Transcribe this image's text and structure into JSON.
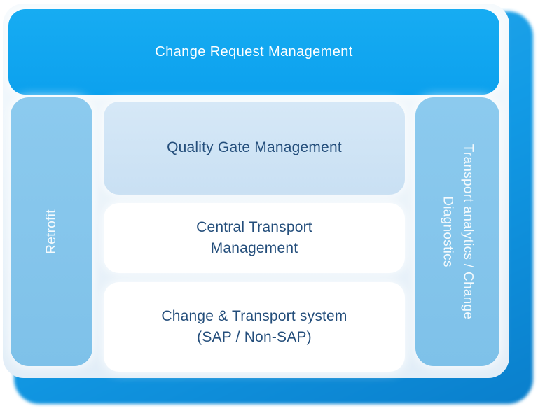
{
  "diagram": {
    "header": {
      "label": "Change Request Management"
    },
    "left_sidebar": {
      "label": "Retrofit"
    },
    "right_sidebar": {
      "label": "Transport analytics / Change\nDiagnostics"
    },
    "blocks": [
      {
        "label": "Quality Gate Management",
        "variant": "light-blue"
      },
      {
        "label": "Central Transport\nManagement",
        "variant": "white"
      },
      {
        "label": "Change & Transport system\n(SAP / Non-SAP)",
        "variant": "white"
      }
    ],
    "colors": {
      "accent_blue": "#0FA7F0",
      "sidebar_blue": "#84C6EC",
      "light_block_blue": "#CFE5F5",
      "panel_background": "#EAF3FA",
      "shadow_blue": "#1095E2",
      "dark_text": "#244E7B",
      "light_text": "#FFFFFF"
    }
  }
}
